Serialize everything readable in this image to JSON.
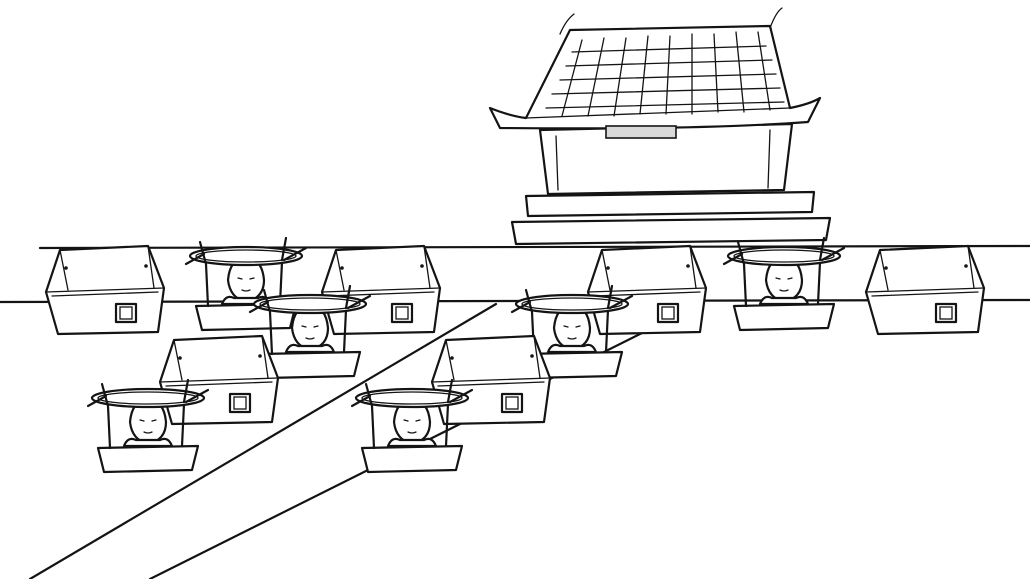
{
  "scene": {
    "kind": "line-art illustration",
    "background": "#ffffff",
    "ink": "#141414",
    "closed_boxes": 6,
    "open_boxes_with_figures": 6,
    "pavilion_count": 1
  }
}
